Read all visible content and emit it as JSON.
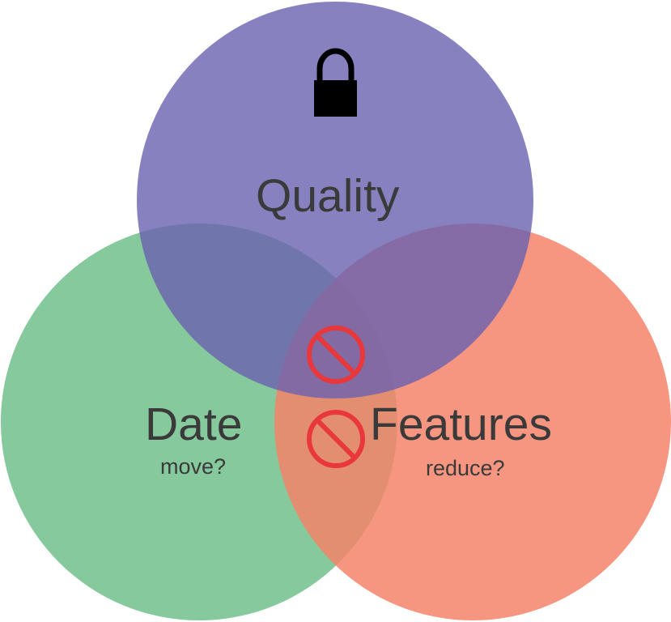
{
  "diagram": {
    "circles": [
      {
        "id": "quality",
        "label": "Quality",
        "sublabel": "",
        "color": "#7a72b9",
        "symbol": "lock-icon"
      },
      {
        "id": "date",
        "label": "Date",
        "sublabel": "move?",
        "color": "#70c08c"
      },
      {
        "id": "features",
        "label": "Features",
        "sublabel": "reduce?",
        "color": "#f4846a"
      }
    ],
    "no_symbol_color": "#e8383c",
    "text_color": "#3a3a3a"
  }
}
